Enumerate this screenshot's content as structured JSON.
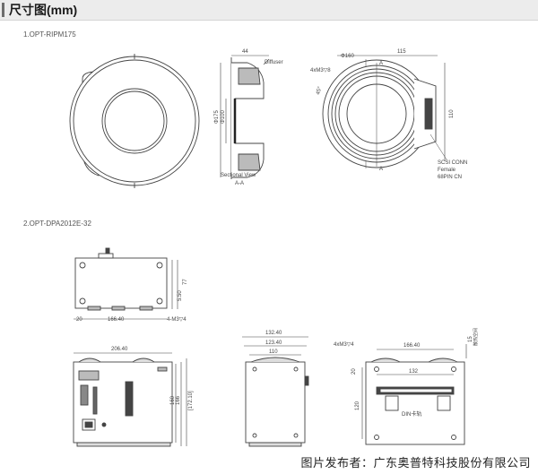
{
  "header": {
    "title": "尺寸图(mm)"
  },
  "sections": [
    {
      "label": "1.OPT-RIPM175"
    },
    {
      "label": "2.OPT-DPA2012E-32"
    }
  ],
  "ring_light": {
    "side": {
      "top_dim": "44",
      "outer_dia": "Φ175",
      "inner_dia": "Φ100",
      "diffuser": "Diffuser",
      "sectional": "Sectional View",
      "section_name": "A-A"
    },
    "right": {
      "dia": "Φ160",
      "holes": "4xM3▽8",
      "angle": "45°",
      "width": "115",
      "height": "110",
      "section_a": "A",
      "conn_line1": "SCSI CONN",
      "conn_line2": "Female",
      "conn_line3": "68PIN CN"
    }
  },
  "controller": {
    "top": {
      "height1": "77",
      "height2": "5.50",
      "width": "166.40",
      "offset": "20",
      "holes": "4-M3▽4"
    },
    "front": {
      "width": "206.40",
      "h1": "160",
      "h2": "166",
      "h3": "[172.10]"
    },
    "side": {
      "w1": "132.40",
      "w2": "123.40",
      "w3": "110"
    },
    "bottom": {
      "holes": "4xM3▽4",
      "width": "166.40",
      "inner": "132",
      "left_dim": "20",
      "height_dim": "120",
      "right_dim": "15",
      "right_note": "散热空间",
      "din_label": "DIN卡轨"
    }
  },
  "caption": "图片发布者：广东奥普特科技股份有限公司"
}
